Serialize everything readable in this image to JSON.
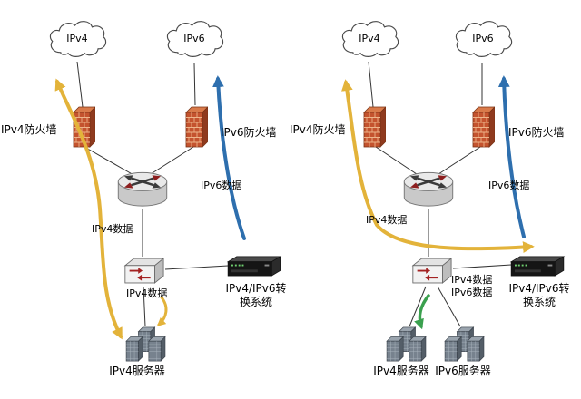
{
  "colors": {
    "ipv4_flow": "#e3b33a",
    "ipv6_flow": "#2e6fae",
    "server_flow": "#3aa04e",
    "link_line": "#333333",
    "firewall_brick": "#c4532e",
    "converter_body": "#151515"
  },
  "left": {
    "cloud_ipv4": "IPv4",
    "cloud_ipv6": "IPv6",
    "firewall_ipv4": "IPv4防火墙",
    "firewall_ipv6": "IPv6防火墙",
    "ipv6_data": "IPv6数据",
    "ipv4_data": "IPv4数据",
    "ipv4_data_small": "IPv4数据",
    "converter": "IPv4/IPv6转换系统",
    "server_ipv4": "IPv4服务器"
  },
  "right": {
    "cloud_ipv4": "IPv4",
    "cloud_ipv6": "IPv6",
    "firewall_ipv4": "IPv4防火墙",
    "firewall_ipv6": "IPv6防火墙",
    "ipv6_data": "IPv6数据",
    "ipv4_data": "IPv4数据",
    "ipv4_data_2": "IPv4数据",
    "ipv6_data_2": "IPv6数据",
    "converter": "IPv4/IPv6转换系统",
    "server_ipv4": "IPv4服务器",
    "server_ipv6": "IPv6服务器"
  }
}
